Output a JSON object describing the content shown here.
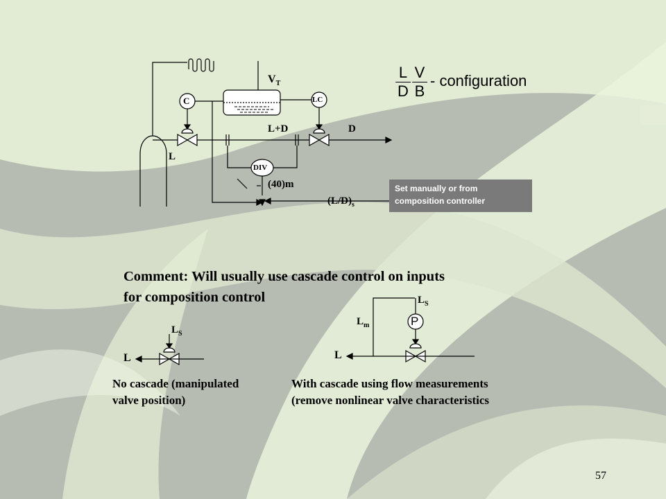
{
  "diagram": {
    "vt_label": "V",
    "vt_sub": "T",
    "c_label": "C",
    "lc_label": "LC",
    "lplusd_label": "L+D",
    "d_label": "D",
    "l_label": "L",
    "div_label": "DIV",
    "gain_label": "(40)m",
    "lds_label": "(L/D)",
    "lds_sub": "s"
  },
  "config": {
    "frac1_num": "L",
    "frac1_den": "D",
    "frac2_num": "V",
    "frac2_den": "B",
    "suffix": "- configuration"
  },
  "note": {
    "line1": "Set manually or from",
    "line2": "composition controller"
  },
  "comment": {
    "line1": "Comment: Will usually use cascade control on inputs",
    "line2": "for composition control"
  },
  "no_cascade": {
    "ls_label": "L",
    "ls_sub": "S",
    "l_label": "L",
    "caption_line1": "No cascade (manipulated",
    "caption_line2": "valve position)"
  },
  "cascade": {
    "ls_label": "L",
    "ls_sub": "S",
    "lm_label": "L",
    "lm_sub": "m",
    "p_label": "P",
    "l_label": "L",
    "caption_line1": "With cascade using flow measurements",
    "caption_line2": "(remove nonlinear valve characteristics"
  },
  "page_number": "57"
}
